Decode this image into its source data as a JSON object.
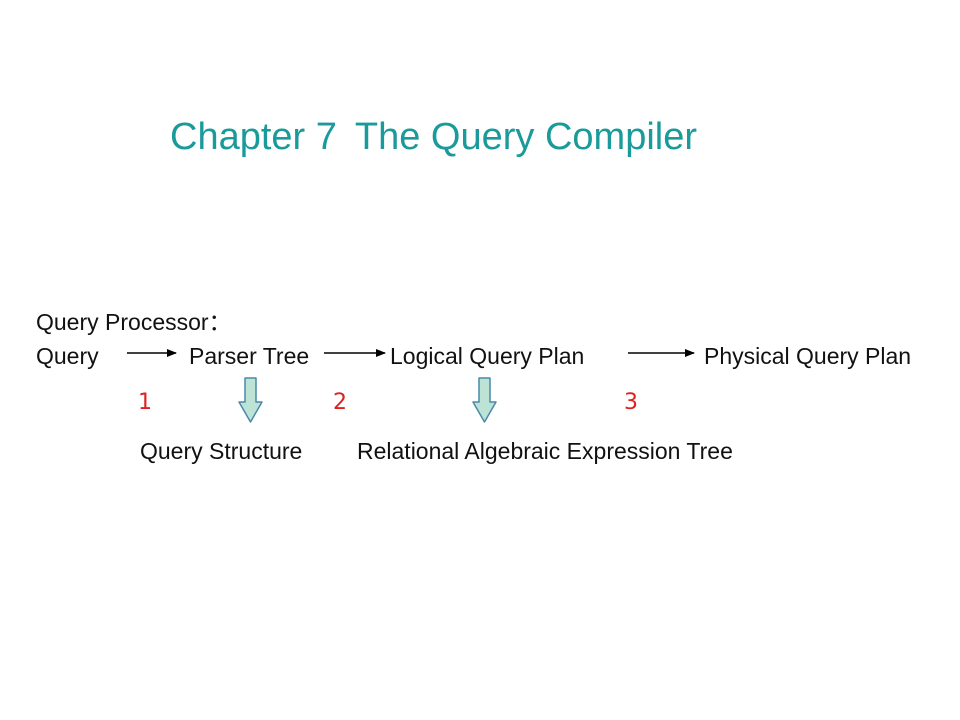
{
  "slide": {
    "title_chapter": "Chapter 7",
    "title_text": "The Query Compiler",
    "section_label": "Query Processor：",
    "flow": {
      "stage_query": "Query",
      "stage_parser_tree": "Parser Tree",
      "stage_logical_plan": "Logical Query Plan",
      "stage_physical_plan": "Physical Query Plan"
    },
    "step_numbers": {
      "step_1": "1",
      "step_2": "2",
      "step_3": "3"
    },
    "outputs": {
      "query_structure": "Query Structure",
      "relational_tree": "Relational Algebraic Expression Tree"
    },
    "colors": {
      "title": "#1a9a9a",
      "step_numbers": "#e02020",
      "down_arrow_fill": "#bde3d6",
      "down_arrow_stroke": "#4a8aa8"
    }
  }
}
